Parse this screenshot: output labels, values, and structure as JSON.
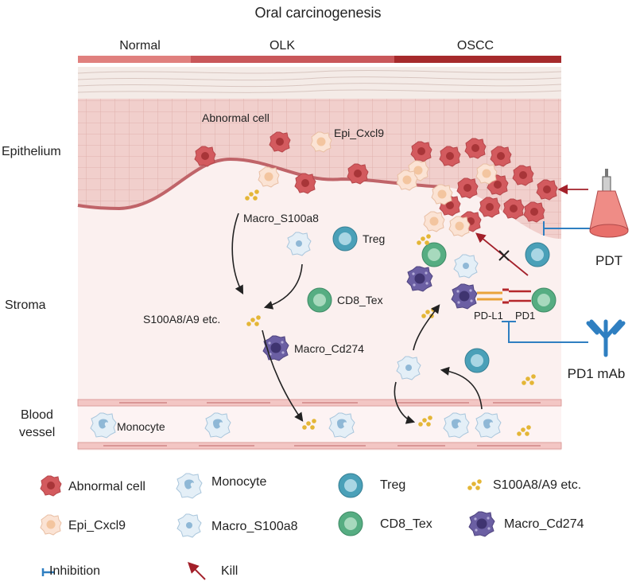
{
  "title": "Oral carcinogenesis",
  "stages": [
    "Normal",
    "OLK",
    "OSCC"
  ],
  "regions": {
    "epithelium": "Epithelium",
    "stroma": "Stroma",
    "blood_vessel_line1": "Blood",
    "blood_vessel_line2": "vessel"
  },
  "labels": {
    "abnormal_cell": "Abnormal cell",
    "epi_cxcl9": "Epi_Cxcl9",
    "macro_s100a8": "Macro_S100a8",
    "treg": "Treg",
    "cd8_tex": "CD8_Tex",
    "s100a8a9": "S100A8/A9 etc.",
    "macro_cd274": "Macro_Cd274",
    "monocyte": "Monocyte",
    "pdl1": "PD-L1",
    "pd1": "PD1",
    "pdt": "PDT",
    "pd1_mab": "PD1 mAb"
  },
  "legend": [
    {
      "label": "Abnormal cell"
    },
    {
      "label": "Monocyte"
    },
    {
      "label": "Treg"
    },
    {
      "label": "S100A8/A9 etc."
    },
    {
      "label": "Epi_Cxcl9"
    },
    {
      "label": "Macro_S100a8"
    },
    {
      "label": "CD8_Tex"
    },
    {
      "label": "Macro_Cd274"
    },
    {
      "label": "Inhibition"
    },
    {
      "label": "Kill"
    }
  ],
  "colors": {
    "stage_normal": "#e0807e",
    "stage_olk": "#c9575a",
    "stage_oscc": "#a62a2c",
    "epithelium": "#f1cfcc",
    "stroma": "#fbf0ef",
    "vessel": "#f3c6c4",
    "abnormal": "#d35a5e",
    "epi": "#f6d2ba",
    "monocyte": "#d8e8f2",
    "treg": "#4aa0b8",
    "cd8": "#56ad82",
    "macro_cd274": "#6b5fa3",
    "s100": "#e4b636",
    "inhibition": "#2f7fc1",
    "kill": "#a3202a"
  }
}
